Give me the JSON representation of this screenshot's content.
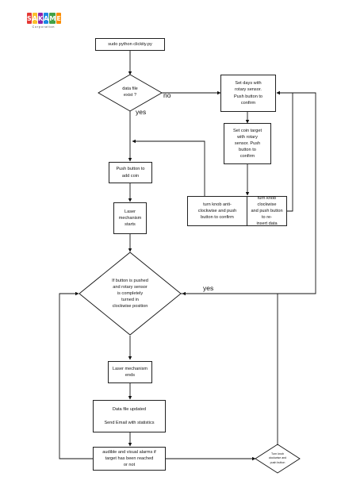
{
  "logo": {
    "letters": [
      "S",
      "A",
      "K",
      "A",
      "M",
      "E"
    ],
    "colors": [
      "#e53935",
      "#fbc02d",
      "#8e24aa",
      "#1e88e5",
      "#43a047",
      "#fb8c00"
    ],
    "subtitle": "Corporation"
  },
  "start": {
    "text": "sudo python clickity.py"
  },
  "decision_file": {
    "text": "data file\nexist ?"
  },
  "label_no": "no",
  "label_yes": "yes",
  "label_yes2": "yes",
  "set_days": {
    "text": "Set days with\nrotary sensor.\nPush button to\nconfirm"
  },
  "set_coin": {
    "text": "Set coin target\nwith rotary\nsensor. Push\nbutton to\nconfirm"
  },
  "push_coin": {
    "text": "Push button to\nadd coin"
  },
  "knob_anti": {
    "text": "turn knob anti-\nclockwise and push\nbutton to confirm"
  },
  "knob_clock": {
    "text": "turn knob clockwise\nand push button  to re-\ninsert data"
  },
  "laser_starts": {
    "text": "Laser\nmechanism\nstarts"
  },
  "decision_main": {
    "text": "If button is pushed\nand rotary sensor\nis   completely\nturned  in\nclockwise position"
  },
  "laser_ends": {
    "text": "Laser mechanism\nends"
  },
  "data_updated": {
    "text": "Data file  updated\n\nSend Email with statistics"
  },
  "alarms": {
    "text": "audible and visual alarms if\ntarget  has been reached\nor not"
  },
  "decision_small": {
    "text": "Turn knob\nclockwise and\npush button"
  }
}
